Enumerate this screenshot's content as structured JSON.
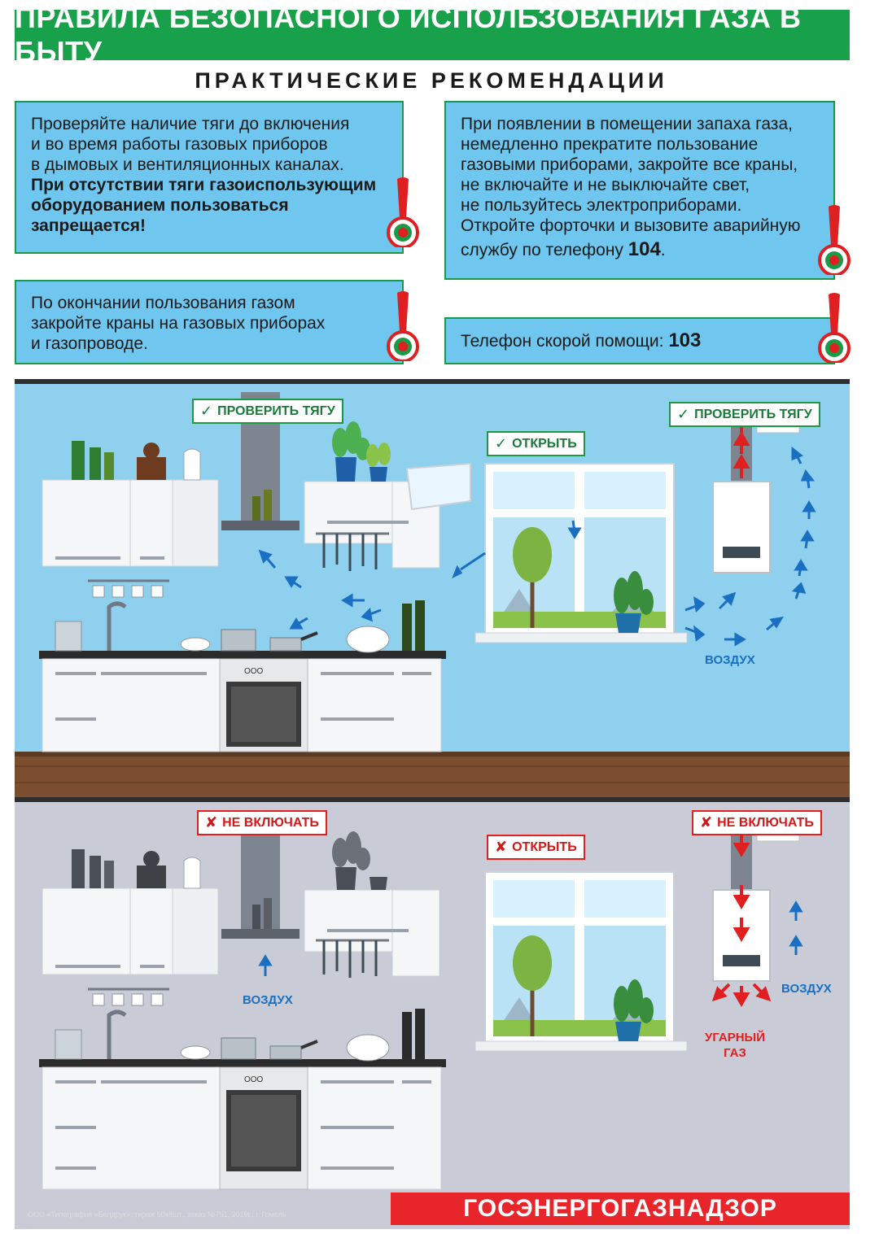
{
  "header": {
    "title": "ПРАВИЛА БЕЗОПАСНОГО ИСПОЛЬЗОВАНИЯ ГАЗА В БЫТУ",
    "subtitle": "ПРАКТИЧЕСКИЕ РЕКОМЕНДАЦИИ"
  },
  "rules": {
    "draft": {
      "line1": "Проверяйте наличие тяги до включения",
      "line2": "и во время работы газовых приборов",
      "line3": "в дымовых и вентиляционных каналах.",
      "bold1": "При отсутствии тяги газоиспользующим",
      "bold2": "оборудованием пользоваться",
      "bold3": "запрещается!"
    },
    "smell": {
      "line1": "При появлении в помещении запаха газа,",
      "line2": "немедленно прекратите пользование",
      "line3": "газовыми приборами, закройте все краны,",
      "line4": "не включайте и не выключайте свет,",
      "line5": "не пользуйтесь электроприборами.",
      "line6": "Откройте форточки и вызовите аварийную",
      "line7_prefix": "службу по телефону ",
      "phone": "104",
      "line7_suffix": "."
    },
    "close": {
      "line1": "По окончании пользования газом",
      "line2": "закройте краны на газовых приборах",
      "line3": "и газопроводе."
    },
    "ambulance": {
      "prefix": "Телефон скорой помощи: ",
      "phone": "103"
    }
  },
  "scene_top": {
    "tag_draft_left": "ПРОВЕРИТЬ ТЯГУ",
    "tag_open": "ОТКРЫТЬ",
    "tag_draft_right": "ПРОВЕРИТЬ ТЯГУ",
    "air_label": "ВОЗДУХ",
    "oven_display": "OOO"
  },
  "scene_bottom": {
    "tag_off_left": "НЕ ВКЛЮЧАТЬ",
    "tag_open": "ОТКРЫТЬ",
    "tag_off_right": "НЕ ВКЛЮЧАТЬ",
    "air_label_left": "ВОЗДУХ",
    "air_label_right": "ВОЗДУХ",
    "co_line1": "УГАРНЫЙ",
    "co_line2": "ГАЗ",
    "oven_display": "OOO"
  },
  "footer": {
    "org": "ГОСЭНЕРГОГАЗНАДЗОР",
    "imprint": "ООО «Типография «Белдрук», тираж 50х6шт., заказ №751, 2019г., г. Гомель"
  },
  "colors": {
    "banner_green": "#19a04a",
    "box_blue": "#6fc6ee",
    "warn_red": "#e02020",
    "air_blue": "#1a6fc0",
    "footer_red": "#e8252b"
  },
  "icons": {
    "warning": "exclamation-warning-icon",
    "check": "check-icon",
    "cross": "cross-icon"
  }
}
